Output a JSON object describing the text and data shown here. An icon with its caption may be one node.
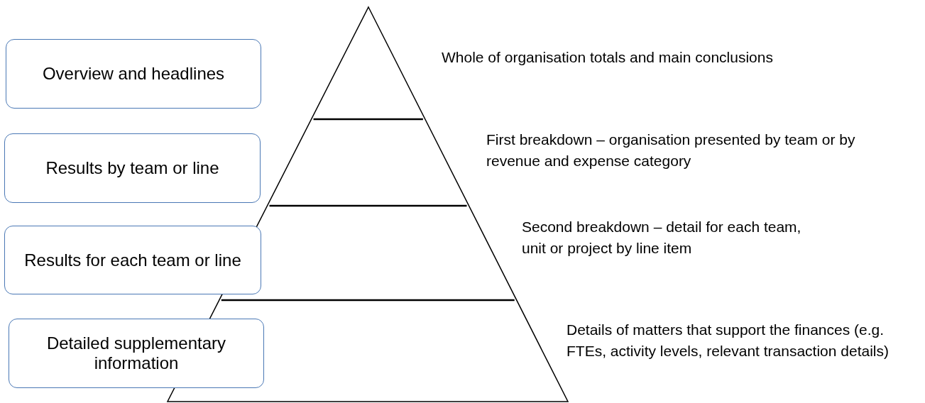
{
  "diagram": {
    "nodes": [
      {
        "text": [
          "Overview and headlines"
        ]
      },
      {
        "text": [
          "Results by team or line"
        ]
      },
      {
        "text": [
          "Results for each team or line"
        ]
      },
      {
        "text": [
          "Detailed supplementary information"
        ]
      }
    ],
    "labels": [
      "Whole of organisation totals and main conclusions",
      "First breakdown – organisation presented by team or by revenue and expense category",
      "Second breakdown – detail for each team, unit or project by line item",
      "Details of matters that support the finances (e.g. FTEs, activity levels, relevant transaction details)"
    ]
  }
}
